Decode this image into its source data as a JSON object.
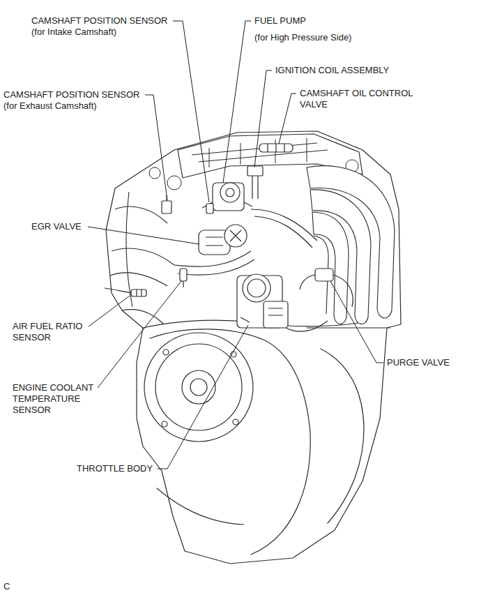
{
  "diagram": {
    "labels": [
      "CAMSHAFT POSITION SENSOR (for Intake Camshaft)",
      "FUEL PUMP",
      "(for High Pressure Side)",
      "IGNITION COIL ASSEMBLY",
      "CAMSHAFT POSITION SENSOR (for Exhaust Camshaft)",
      "CAMSHAFT OIL CONTROL VALVE",
      "EGR VALVE",
      "AIR FUEL RATIO SENSOR",
      "PURGE VALVE",
      "ENGINE COOLANT TEMPERATURE SENSOR",
      "THROTTLE BODY",
      "C"
    ]
  }
}
